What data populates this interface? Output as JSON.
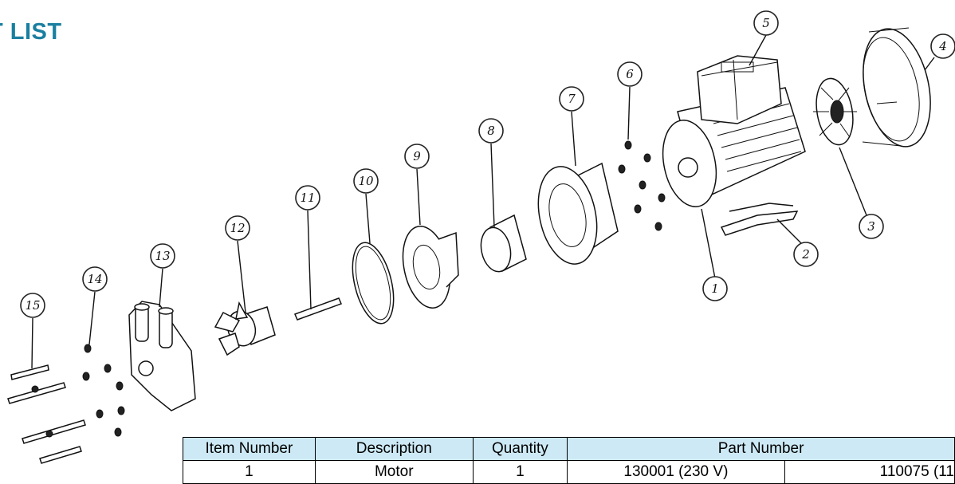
{
  "title": "T LIST",
  "callouts": [
    "1",
    "2",
    "3",
    "4",
    "5",
    "6",
    "7",
    "8",
    "9",
    "10",
    "11",
    "12",
    "13",
    "14",
    "15"
  ],
  "table": {
    "headers": {
      "item_number": "Item Number",
      "description": "Description",
      "quantity": "Quantity",
      "part_number": "Part Number"
    },
    "rows": [
      {
        "item_number": "1",
        "description": "Motor",
        "quantity": "1",
        "part_number_a": "130001 (230 V)",
        "part_number_b": "110075 (11"
      }
    ]
  }
}
